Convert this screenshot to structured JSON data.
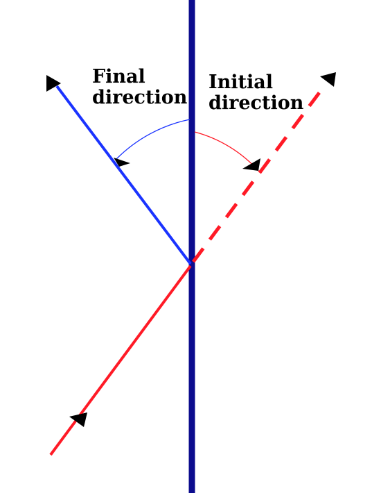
{
  "labels": {
    "final": [
      "Final",
      "direction"
    ],
    "initial": [
      "Initial",
      "direction"
    ]
  },
  "colors": {
    "mirror": "#0c0c8e",
    "final_ray": "#1a33ff",
    "incident_ray": "#ff1a26",
    "arrowhead": "#000000",
    "background": "#ffffff"
  },
  "elements": {
    "mirror": "vertical-reflecting-surface",
    "incident_ray": "solid-red-incoming-ray",
    "initial_direction": "dashed-red-extension",
    "final_ray": "solid-blue-reflected-ray",
    "final_angle_arc": "blue-angle-arc",
    "initial_angle_arc": "red-angle-arc",
    "arrowheads": [
      "incident-arrowhead-icon",
      "initial-direction-arrowhead-icon",
      "final-direction-arrowhead-icon",
      "final-arc-arrowhead-icon",
      "initial-arc-arrowhead-icon"
    ]
  }
}
